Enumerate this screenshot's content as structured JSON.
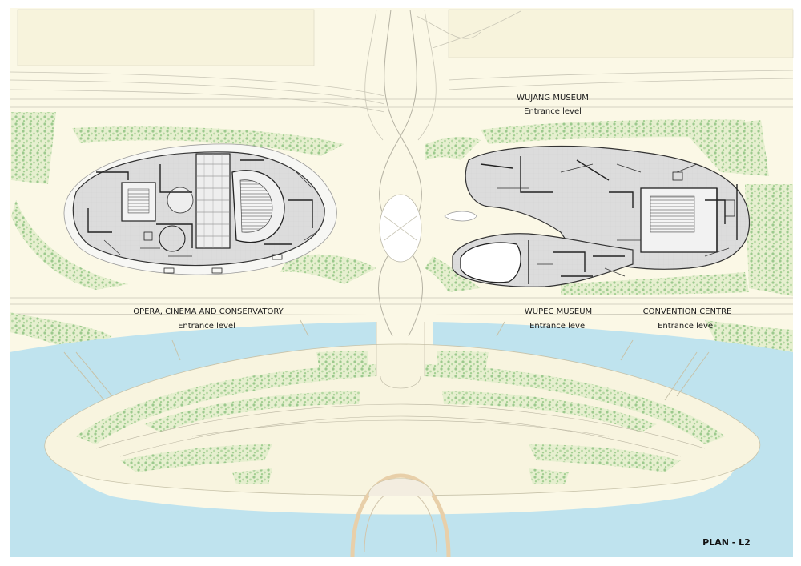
{
  "labels": {
    "wujang_title": "WUJANG MUSEUM",
    "wujang_sub": "Entrance level",
    "opera_title": "OPERA, CINEMA AND CONSERVATORY",
    "opera_sub": "Entrance level",
    "wupec_title": "WUPEC MUSEUM",
    "wupec_sub": "Entrance level",
    "convention_title": "CONVENTION CENTRE",
    "convention_sub": "Entrance level",
    "plan_title": "PLAN - L2"
  },
  "colors": {
    "background": "#fbf8e6",
    "water": "#bfe3ee",
    "green": "#bcd8a8",
    "building_floor": "#dedede",
    "wall": "#222222"
  }
}
